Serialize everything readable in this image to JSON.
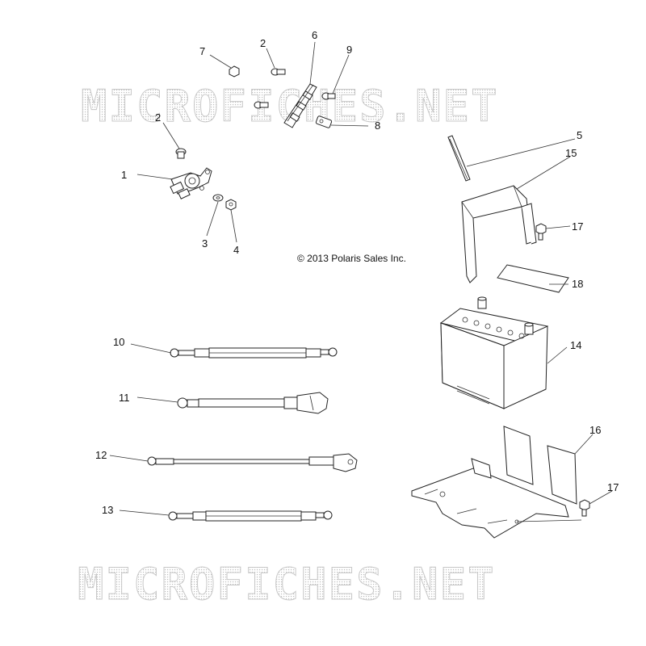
{
  "watermark": "MICROFICHES.NET",
  "copyright": "© 2013 Polaris Sales Inc.",
  "callouts": [
    {
      "id": "c1",
      "label": "1"
    },
    {
      "id": "c2a",
      "label": "2"
    },
    {
      "id": "c2b",
      "label": "2"
    },
    {
      "id": "c3",
      "label": "3"
    },
    {
      "id": "c4",
      "label": "4"
    },
    {
      "id": "c5",
      "label": "5"
    },
    {
      "id": "c6",
      "label": "6"
    },
    {
      "id": "c7",
      "label": "7"
    },
    {
      "id": "c8",
      "label": "8"
    },
    {
      "id": "c9",
      "label": "9"
    },
    {
      "id": "c10",
      "label": "10"
    },
    {
      "id": "c11",
      "label": "11"
    },
    {
      "id": "c12",
      "label": "12"
    },
    {
      "id": "c13",
      "label": "13"
    },
    {
      "id": "c14",
      "label": "14"
    },
    {
      "id": "c15",
      "label": "15"
    },
    {
      "id": "c16",
      "label": "16"
    },
    {
      "id": "c17a",
      "label": "17"
    },
    {
      "id": "c17b",
      "label": "17"
    },
    {
      "id": "c18",
      "label": "18"
    }
  ]
}
